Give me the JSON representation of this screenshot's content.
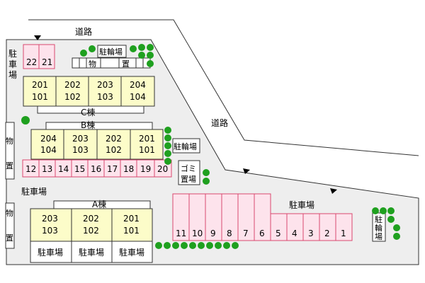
{
  "colors": {
    "ground": "#eeeeee",
    "building": "#fcfcc9",
    "parking": "#fde3ec",
    "parking_stroke": "#d9486f",
    "tree": "#1fa01f",
    "line": "#333333"
  },
  "labels": {
    "road_top": "道路",
    "road_right": "道路",
    "parking_left_top": "駐車場",
    "parking_left_mid": "駐車場",
    "parking_right": "駐車場",
    "bike_top": "駐輪場",
    "bike_mid": "駐輪場",
    "bike_right": "駐輪場",
    "storage_top": "物置",
    "storage_left": "物置",
    "storage_left2": "物置",
    "garbage": "ゴミ置場",
    "building_c": "C棟",
    "building_b": "B棟",
    "building_a": "A棟",
    "bottom_parking": [
      "駐車場",
      "駐車場",
      "駐車場"
    ]
  },
  "buildings": {
    "c_units": [
      [
        "201",
        "101"
      ],
      [
        "202",
        "102"
      ],
      [
        "203",
        "103"
      ],
      [
        "204",
        "104"
      ]
    ],
    "b_units": [
      [
        "204",
        "104"
      ],
      [
        "203",
        "103"
      ],
      [
        "202",
        "102"
      ],
      [
        "201",
        "101"
      ]
    ],
    "a_units": [
      [
        "203",
        "103"
      ],
      [
        "202",
        "102"
      ],
      [
        "201",
        "101"
      ]
    ]
  },
  "parking_spaces": {
    "top": [
      "22",
      "21"
    ],
    "row_mid": [
      "12",
      "13",
      "14",
      "15",
      "16",
      "17",
      "18",
      "19",
      "20"
    ],
    "right_tall": [
      "11",
      "10",
      "9",
      "8",
      "7",
      "6"
    ],
    "right_short": [
      "5",
      "4",
      "3",
      "2",
      "1"
    ]
  }
}
